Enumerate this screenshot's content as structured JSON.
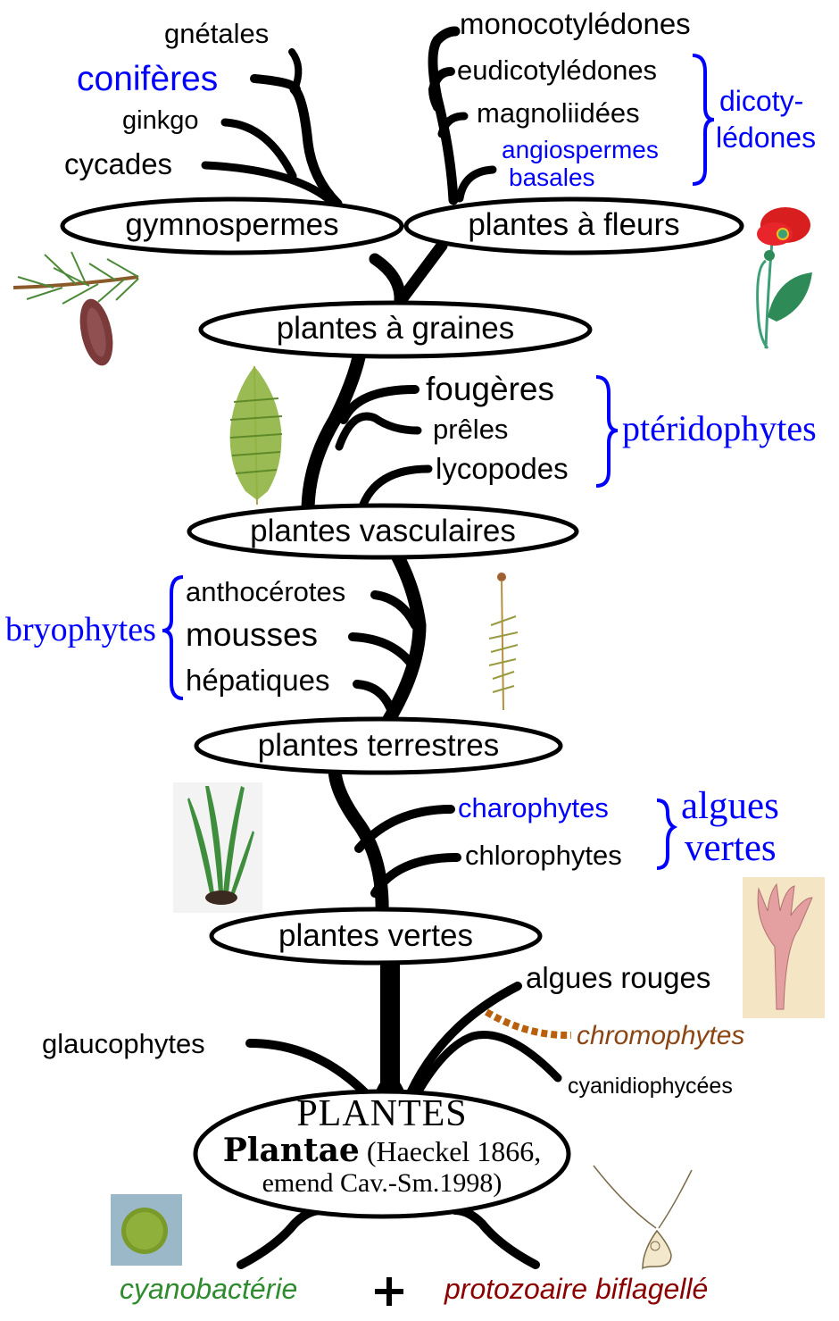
{
  "colors": {
    "branch": "#000000",
    "group_label": "#0000ff",
    "chromophytes": "#8b4513",
    "chromophytes_dash": "#b8600e",
    "cyanobacterie": "#2e8b2e",
    "protozoaire": "#8b0000"
  },
  "nodes": {
    "gymnospermes": "gymnospermes",
    "plantes_a_fleurs": "plantes à fleurs",
    "plantes_a_graines": "plantes à graines",
    "plantes_vasculaires": "plantes vasculaires",
    "plantes_terrestres": "plantes terrestres",
    "plantes_vertes": "plantes vertes"
  },
  "root": {
    "title": "PLANTES",
    "latin": "Plantae",
    "authority_line1": " (Haeckel 1866,",
    "authority_line2": "emend Cav.-Sm.1998)"
  },
  "leaves": {
    "gnetales": "gnétales",
    "coniferes": "conifères",
    "ginkgo": "ginkgo",
    "cycades": "cycades",
    "monocotyledones": "monocotylédones",
    "eudicotyledones": "eudicotylédones",
    "magnoliidees": "magnoliidées",
    "angiospermes_basales_1": "angiospermes",
    "angiospermes_basales_2": "basales",
    "fougeres": "fougères",
    "preles": "prêles",
    "lycopodes": "lycopodes",
    "anthocerotes": "anthocérotes",
    "mousses": "mousses",
    "hepatiques": "hépatiques",
    "charophytes": "charophytes",
    "chlorophytes": "chlorophytes",
    "algues_rouges": "algues rouges",
    "chromophytes": "chromophytes",
    "glaucophytes": "glaucophytes",
    "cyanidiophycees": "cyanidiophycées"
  },
  "groups": {
    "dicotyledones_1": "dicoty-",
    "dicotyledones_2": "lédones",
    "pteridophytes": "ptéridophytes",
    "bryophytes": "bryophytes",
    "algues_vertes_1": "algues",
    "algues_vertes_2": "vertes"
  },
  "origins": {
    "cyanobacterie": "cyanobactérie",
    "plus": "+",
    "protozoaire": "protozoaire biflagellé"
  },
  "illustrations": [
    {
      "name": "pine-branch-illustration",
      "subject": "conifère"
    },
    {
      "name": "poppy-illustration",
      "subject": "plante à fleurs"
    },
    {
      "name": "fern-illustration",
      "subject": "fougère"
    },
    {
      "name": "moss-illustration",
      "subject": "mousse"
    },
    {
      "name": "green-alga-illustration",
      "subject": "algue verte"
    },
    {
      "name": "red-alga-illustration",
      "subject": "algue rouge"
    },
    {
      "name": "cyanobacterium-illustration",
      "subject": "cyanobactérie"
    },
    {
      "name": "biflagellate-illustration",
      "subject": "protozoaire biflagellé"
    }
  ]
}
